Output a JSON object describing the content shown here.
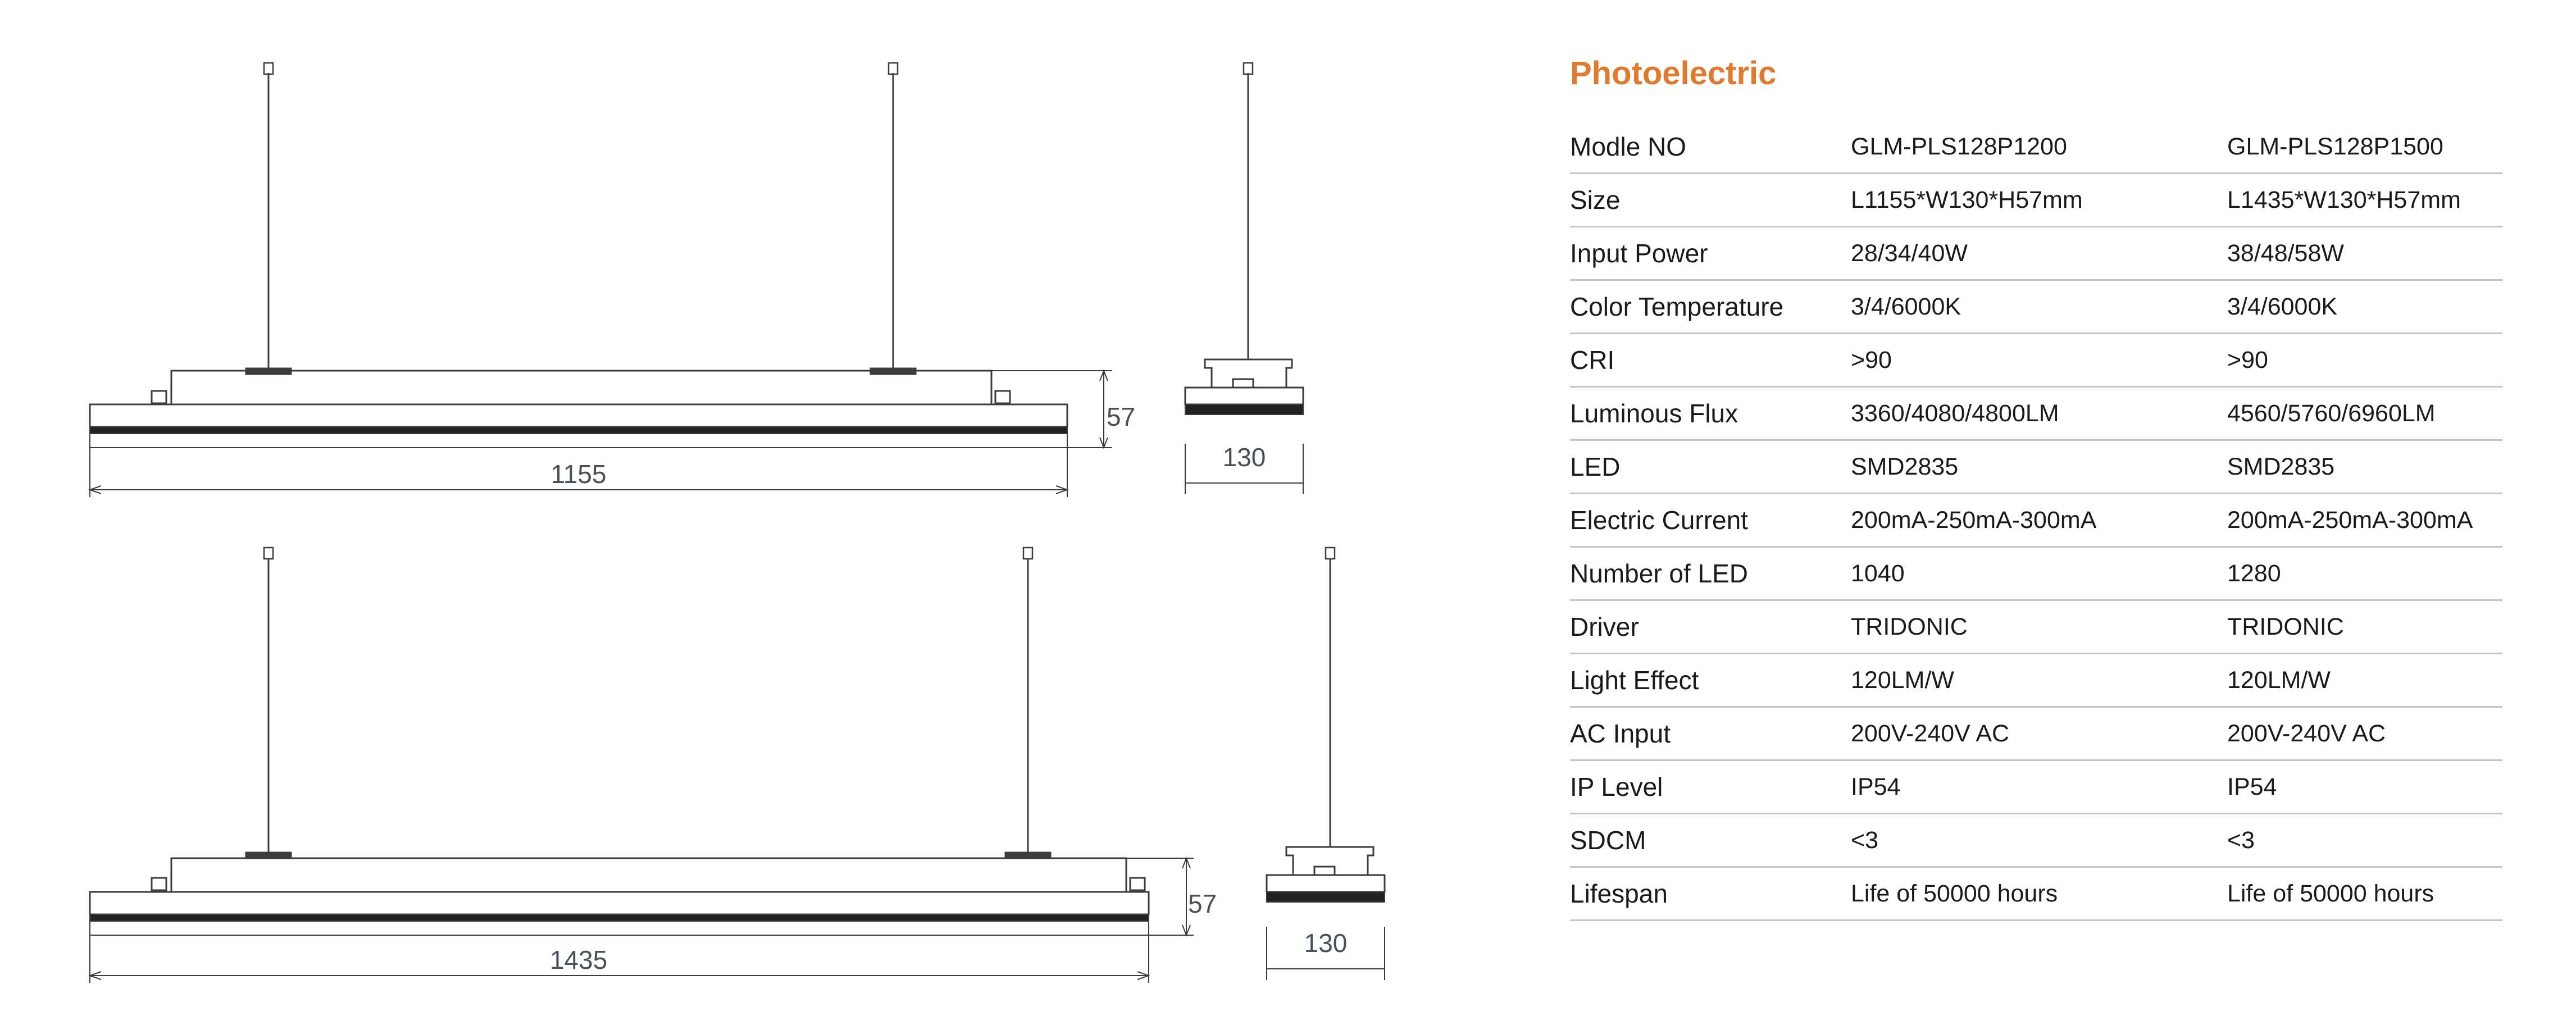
{
  "drawings": {
    "top": {
      "length_label": "1155",
      "height_label": "57",
      "width_label": "130"
    },
    "bottom": {
      "length_label": "1435",
      "height_label": "57",
      "width_label": "130"
    }
  },
  "spec": {
    "title": "Photoelectric",
    "accent_color": "#e07a2e",
    "rows": [
      {
        "label": "Modle NO",
        "v1": "GLM-PLS128P1200",
        "v2": "GLM-PLS128P1500"
      },
      {
        "label": "Size",
        "v1": "L1155*W130*H57mm",
        "v2": "L1435*W130*H57mm"
      },
      {
        "label": "Input Power",
        "v1": "28/34/40W",
        "v2": "38/48/58W"
      },
      {
        "label": "Color Temperature",
        "v1": "3/4/6000K",
        "v2": "3/4/6000K"
      },
      {
        "label": "CRI",
        "v1": ">90",
        "v2": ">90"
      },
      {
        "label": "Luminous Flux",
        "v1": "3360/4080/4800LM",
        "v2": "4560/5760/6960LM"
      },
      {
        "label": "LED",
        "v1": "SMD2835",
        "v2": "SMD2835"
      },
      {
        "label": "Electric Current",
        "v1": "200mA-250mA-300mA",
        "v2": "200mA-250mA-300mA"
      },
      {
        "label": "Number of LED",
        "v1": "1040",
        "v2": "1280"
      },
      {
        "label": "Driver",
        "v1": "TRIDONIC",
        "v2": "TRIDONIC"
      },
      {
        "label": "Light Effect",
        "v1": "120LM/W",
        "v2": "120LM/W"
      },
      {
        "label": "AC Input",
        "v1": "200V-240V AC",
        "v2": "200V-240V AC"
      },
      {
        "label": "IP Level",
        "v1": "IP54",
        "v2": "IP54"
      },
      {
        "label": "SDCM",
        "v1": "<3",
        "v2": "<3"
      },
      {
        "label": "Lifespan",
        "v1": "Life of 50000 hours",
        "v2": "Life of 50000 hours"
      }
    ]
  }
}
